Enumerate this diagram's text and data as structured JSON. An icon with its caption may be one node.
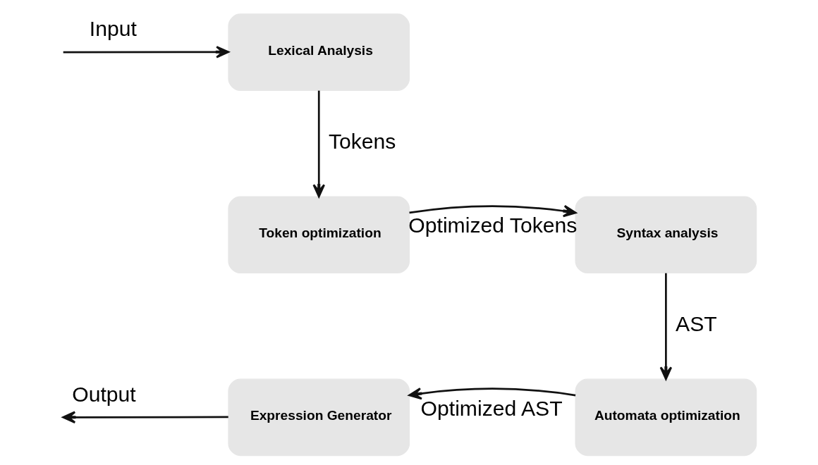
{
  "diagram": {
    "nodes": [
      {
        "text": [
          "Lexical Analysis"
        ]
      },
      {
        "text": [
          "Token optimization"
        ]
      },
      {
        "text": [
          "Syntax analysis"
        ]
      },
      {
        "text": [
          "Automata optimization"
        ]
      },
      {
        "text": [
          "Expression Generator"
        ]
      }
    ],
    "edges": [
      {
        "from": null,
        "to": 0,
        "arrow": "to",
        "label": "Input"
      },
      {
        "from": 0,
        "to": 1,
        "arrow": "to",
        "label": "Tokens"
      },
      {
        "from": 1,
        "to": 2,
        "arrow": "to",
        "label": "Optimized Tokens"
      },
      {
        "from": 2,
        "to": 3,
        "arrow": "to",
        "label": "AST"
      },
      {
        "from": 3,
        "to": 4,
        "arrow": "to",
        "label": "Optimized AST"
      },
      {
        "from": 4,
        "to": null,
        "arrow": "to",
        "label": "Output"
      }
    ]
  }
}
